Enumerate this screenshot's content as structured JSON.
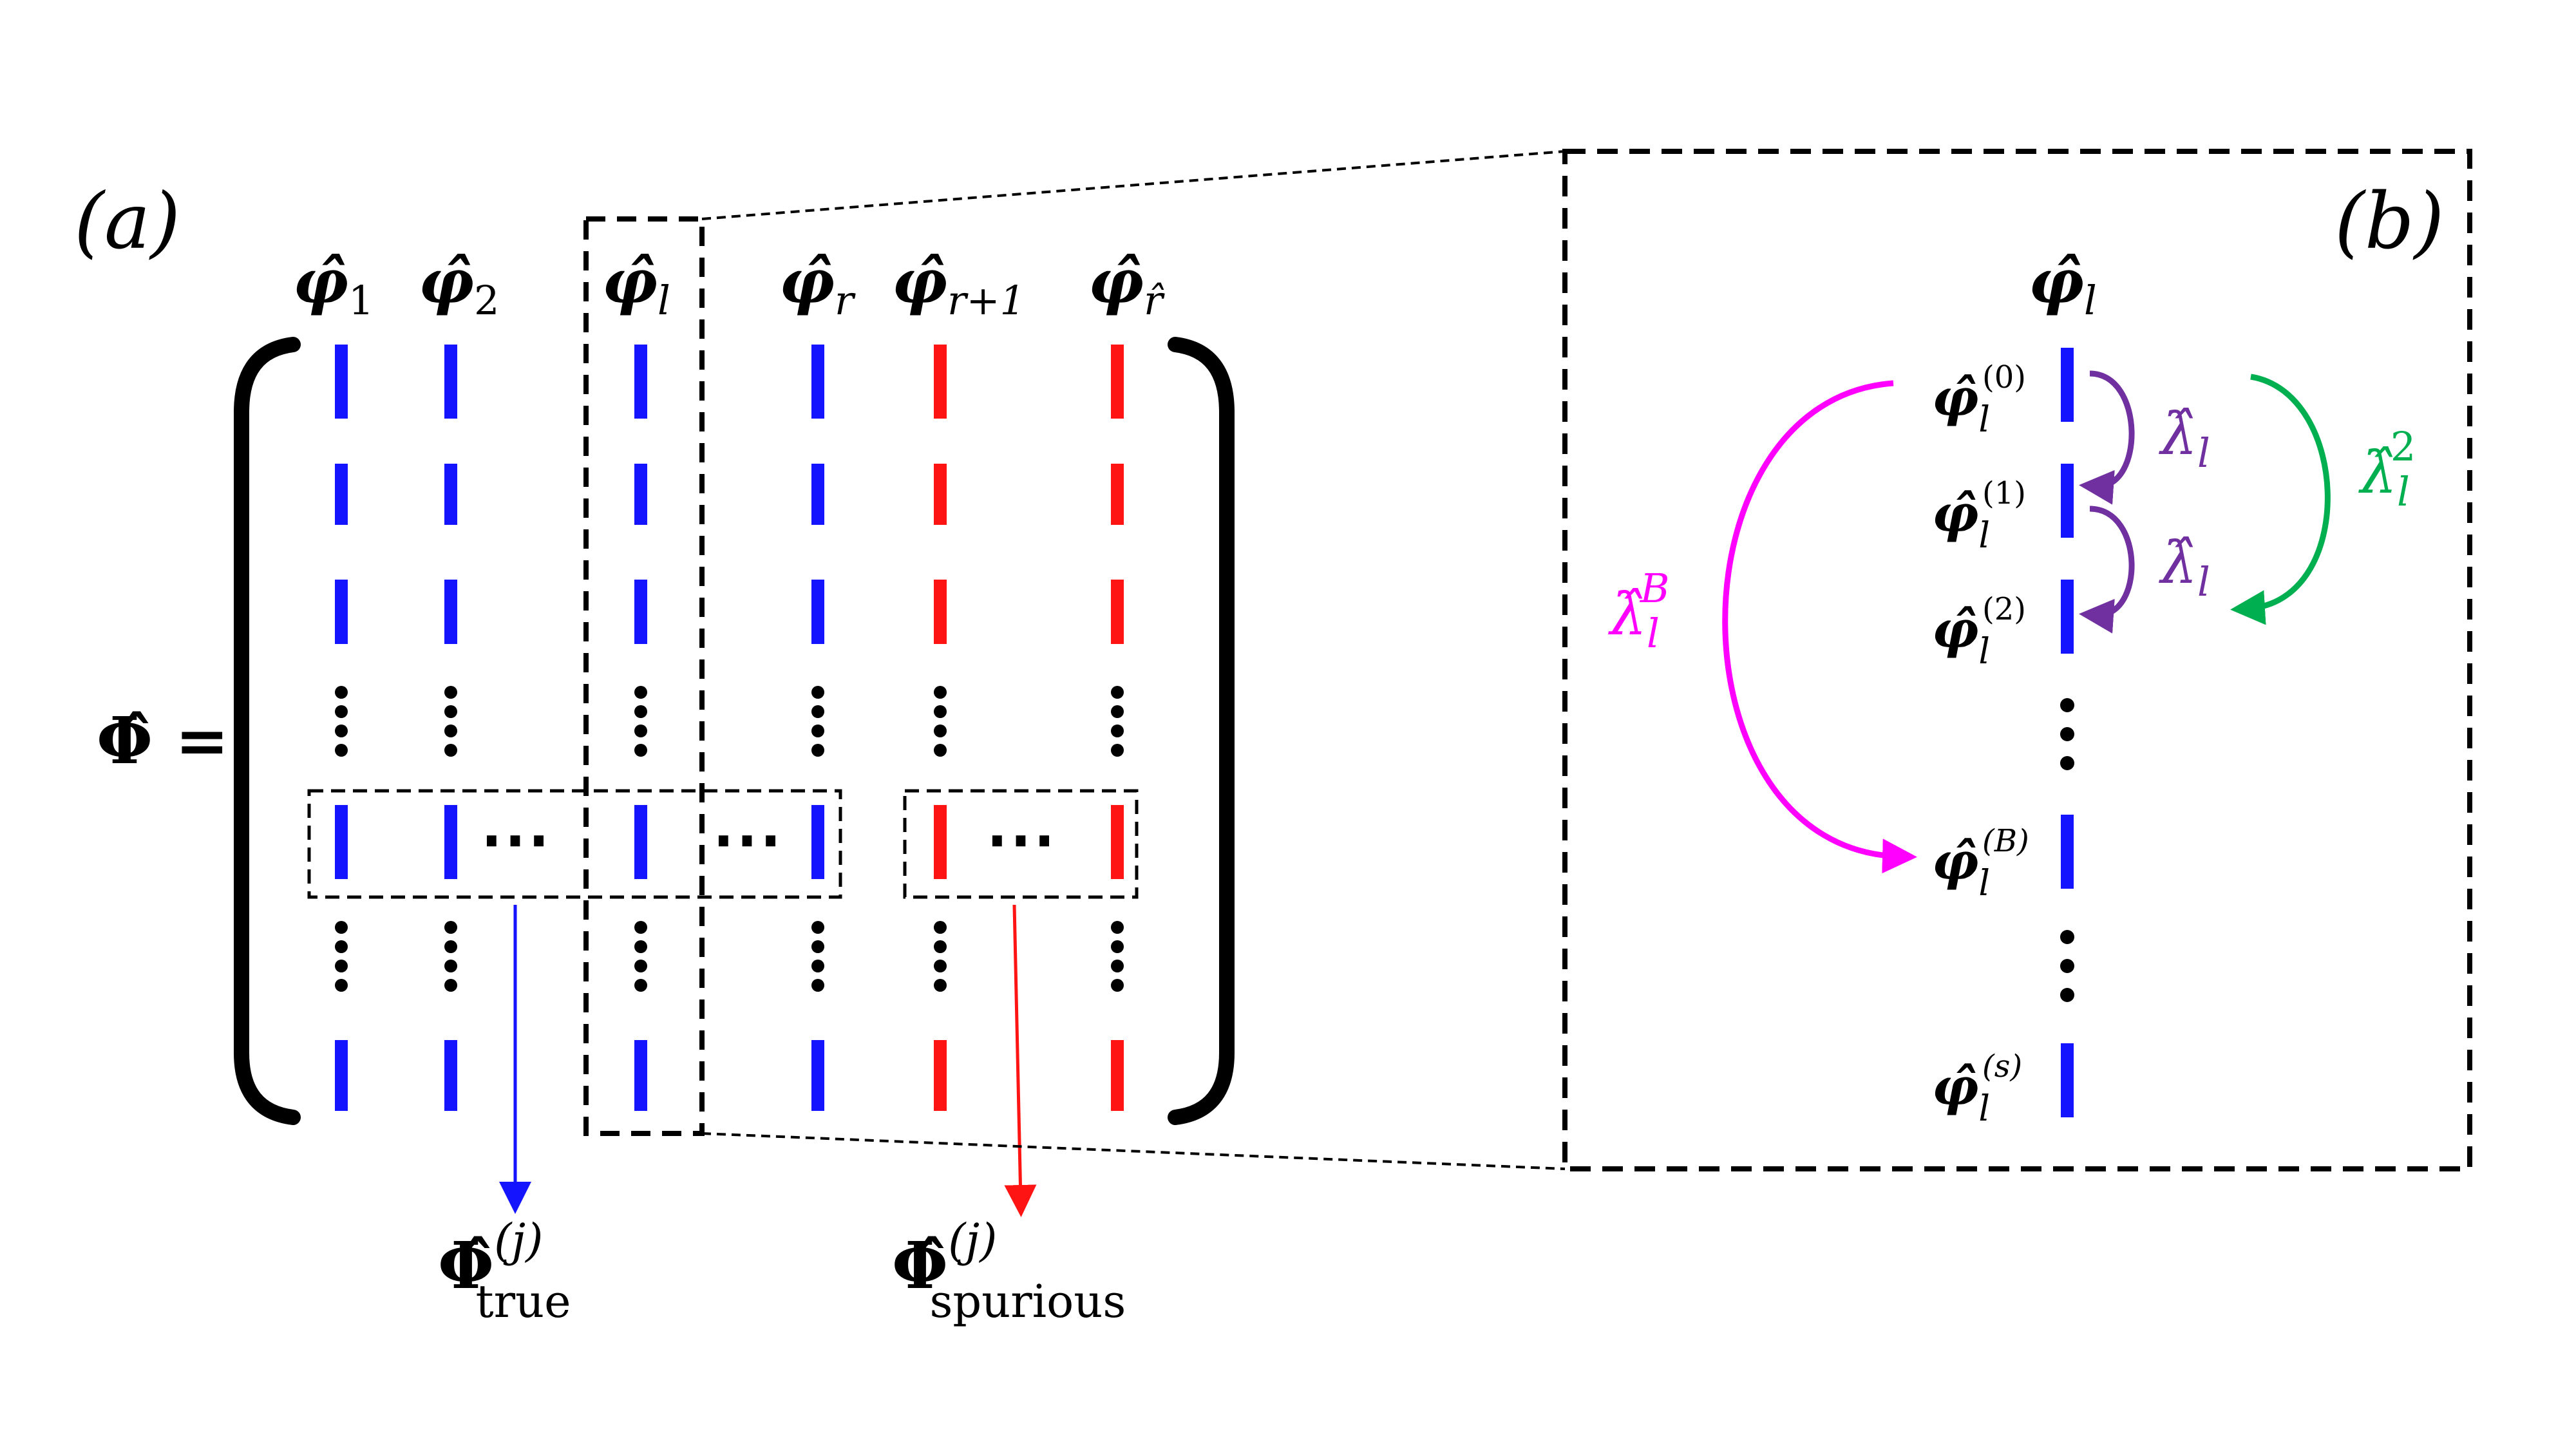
{
  "panel_a": {
    "label": "(a)",
    "matrix_symbol": "Φ̂ =",
    "column_headers": [
      {
        "base": "φ̂",
        "sub": "1",
        "color": "#1414ff"
      },
      {
        "base": "φ̂",
        "sub": "2",
        "color": "#1414ff"
      },
      {
        "base": "φ̂",
        "sub": "l",
        "color": "#1414ff"
      },
      {
        "base": "φ̂",
        "sub": "r",
        "color": "#1414ff"
      },
      {
        "base": "φ̂",
        "sub": "r+1",
        "color": "#ff1414"
      },
      {
        "base": "φ̂",
        "sub": "r̂",
        "color": "#ff1414"
      }
    ],
    "row_ellipsis": "⋯",
    "col_ellipsis": "⋮",
    "true_label": {
      "base": "Φ̂",
      "sup": "(j)",
      "sub": "true",
      "arrow_color": "#1414ff"
    },
    "spurious_label": {
      "base": "Φ̂",
      "sup": "(j)",
      "sub": "spurious",
      "arrow_color": "#ff1414"
    }
  },
  "panel_b": {
    "label": "(b)",
    "header": {
      "base": "φ̂",
      "sub": "l"
    },
    "rows": [
      {
        "base": "φ̂",
        "sub": "l",
        "sup": "(0)"
      },
      {
        "base": "φ̂",
        "sub": "l",
        "sup": "(1)"
      },
      {
        "base": "φ̂",
        "sub": "l",
        "sup": "(2)"
      },
      {
        "base": "φ̂",
        "sub": "l",
        "sup": "(B)"
      },
      {
        "base": "φ̂",
        "sub": "l",
        "sup": "(s)"
      }
    ],
    "arrows": [
      {
        "label_base": "λ̂",
        "label_sub": "l",
        "label_sup": "",
        "color": "#7030a0"
      },
      {
        "label_base": "λ̂",
        "label_sub": "l",
        "label_sup": "",
        "color": "#7030a0"
      },
      {
        "label_base": "λ̂",
        "label_sub": "l",
        "label_sup": "2",
        "color": "#00b050"
      },
      {
        "label_base": "λ̂",
        "label_sub": "l",
        "label_sup": "B",
        "color": "#ff00ff"
      }
    ],
    "bar_color": "#1414ff"
  },
  "colors": {
    "true": "#1414ff",
    "spurious": "#ff1414",
    "frame": "#000000"
  }
}
